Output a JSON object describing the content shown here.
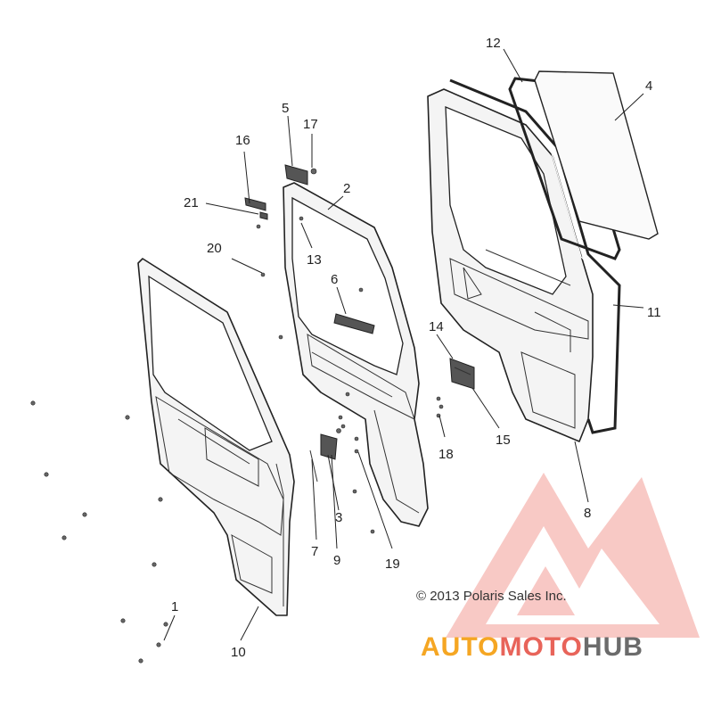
{
  "diagram": {
    "callouts": {
      "c1": "1",
      "c2": "2",
      "c3": "3",
      "c4": "4",
      "c5": "5",
      "c6": "6",
      "c7": "7",
      "c8": "8",
      "c9": "9",
      "c10": "10",
      "c11": "11",
      "c12": "12",
      "c13": "13",
      "c14": "14",
      "c15": "15",
      "c16": "16",
      "c17": "17",
      "c18": "18",
      "c19": "19",
      "c20": "20",
      "c21": "21"
    },
    "copyright": "© 2013 Polaris Sales Inc."
  },
  "watermark": {
    "brand_part1": "AUTO",
    "brand_part2": "MOTO",
    "brand_part3": "HUB",
    "color_orange": "#f5a623",
    "color_red": "#e8645a",
    "color_gray": "#6b6b6b"
  }
}
